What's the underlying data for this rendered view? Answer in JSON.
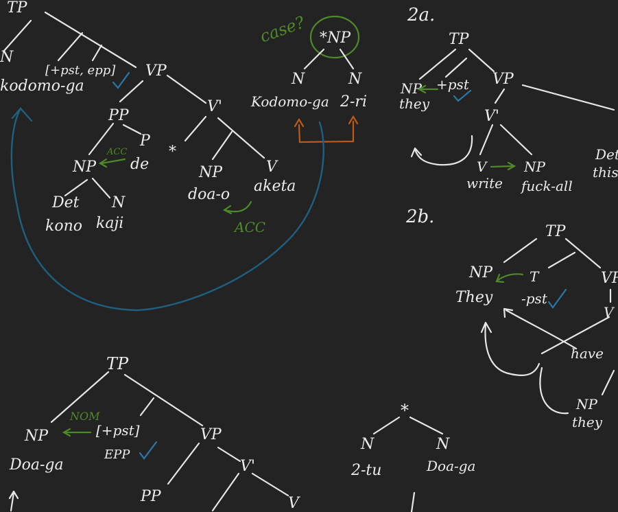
{
  "tree1": {
    "tp": "TP",
    "n": "N",
    "subject": "kodomo-ga",
    "t_features": "[+pst, epp]",
    "vp": "VP",
    "pp": "PP",
    "p": "P",
    "np": "NP",
    "acc_small": "ACC",
    "de": "de",
    "det": "Det",
    "n2": "N",
    "kono": "kono",
    "kaji": "kaji",
    "vbar": "V'",
    "star": "*",
    "np2": "NP",
    "v": "V",
    "doa_o": "doa-o",
    "aketa": "aketa",
    "acc": "ACC"
  },
  "tree2": {
    "case": "case?",
    "star_np": "*NP",
    "n_left": "N",
    "n_right": "N",
    "kodomo_ga": "Kodomo-ga",
    "futari": "2-ri"
  },
  "example_2a": {
    "label": "2a.",
    "tp": "TP",
    "np": "NP",
    "tpst": "+pst",
    "vp": "VP",
    "they": "they",
    "vbar": "V'",
    "v": "V",
    "np2": "NP",
    "write": "write",
    "object": "fuck-all",
    "det_partial": "Det",
    "this_partial": "this"
  },
  "example_2b": {
    "label": "2b.",
    "tp": "TP",
    "np": "NP",
    "t": "T",
    "vp_partial": "VP",
    "they": "They",
    "pst": "-pst",
    "v_partial": "V",
    "have": "have",
    "np2": "NP",
    "they2": "they"
  },
  "tree3": {
    "tp": "TP",
    "np": "NP",
    "nom": "NOM",
    "tpst": "[+pst]",
    "doa_ga": "Doa-ga",
    "epp": "EPP",
    "vp": "VP",
    "vbar": "V'",
    "pp": "PP",
    "v": "V"
  },
  "tree4": {
    "star": "*",
    "n_left": "N",
    "n_right": "N",
    "futari": "2-tu",
    "doa_ga": "Doa-ga"
  },
  "colors": {
    "background": "#232323",
    "ink": "#ececec",
    "green": "#4f8a2a",
    "blue": "#1f5f80",
    "orange": "#c05a18"
  }
}
